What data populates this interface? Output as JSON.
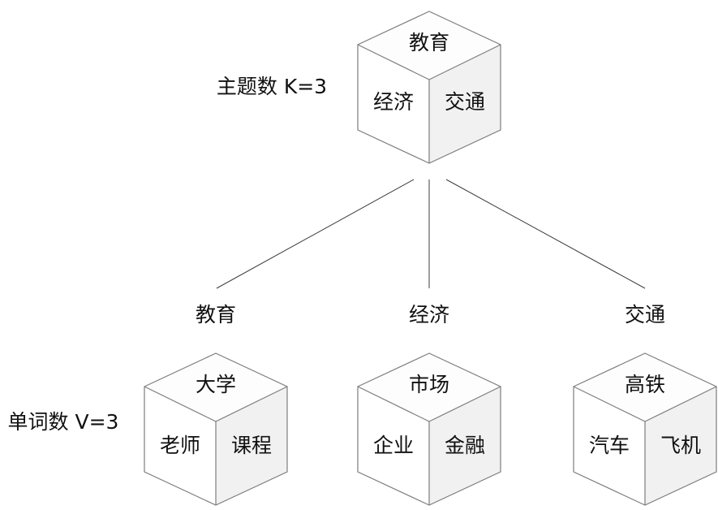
{
  "topic_count_label": "主题数 K=3",
  "word_count_label": "单词数 V=3",
  "topic_cube": {
    "top": "教育",
    "left": "经济",
    "right": "交通"
  },
  "topics": [
    {
      "title": "教育",
      "top": "大学",
      "left": "老师",
      "right": "课程"
    },
    {
      "title": "经济",
      "top": "市场",
      "left": "企业",
      "right": "金融"
    },
    {
      "title": "交通",
      "top": "高铁",
      "left": "汽车",
      "right": "飞机"
    }
  ]
}
